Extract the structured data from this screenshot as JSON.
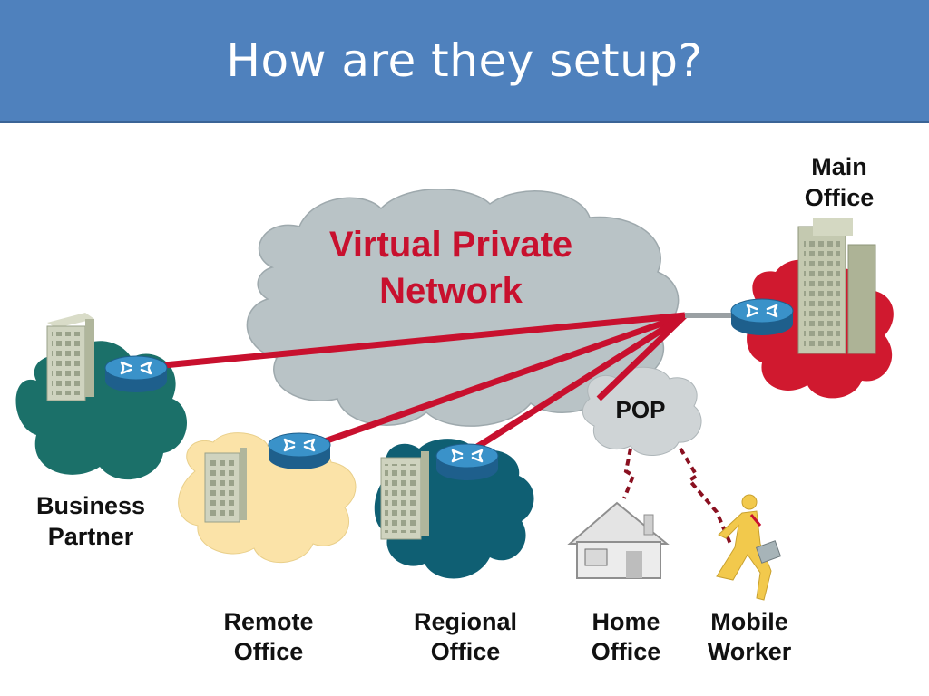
{
  "slide": {
    "title": "How are they setup?"
  },
  "diagram": {
    "cloud_label": [
      "Virtual Private",
      "Network"
    ],
    "pop_label": "POP",
    "nodes": {
      "main_office": [
        "Main",
        "Office"
      ],
      "business_partner": [
        "Business",
        "Partner"
      ],
      "remote_office": [
        "Remote",
        "Office"
      ],
      "regional_office": [
        "Regional",
        "Office"
      ],
      "home_office": [
        "Home",
        "Office"
      ],
      "mobile_worker": [
        "Mobile",
        "Worker"
      ]
    },
    "colors": {
      "title_bar": "#4f81bd",
      "vpn_cloud": "#b9c3c6",
      "vpn_text": "#c8102e",
      "tunnel": "#c8102e",
      "main_office_cloud": "#d0192f",
      "business_partner_cloud": "#1b7069",
      "remote_office_cloud": "#fbe3a8",
      "regional_office_cloud": "#0f5f73",
      "router": "#2f7fb3",
      "pop_cloud": "#cfd4d6"
    },
    "icons": [
      "router-icon",
      "office-building-icon",
      "house-icon",
      "mobile-worker-icon"
    ]
  }
}
